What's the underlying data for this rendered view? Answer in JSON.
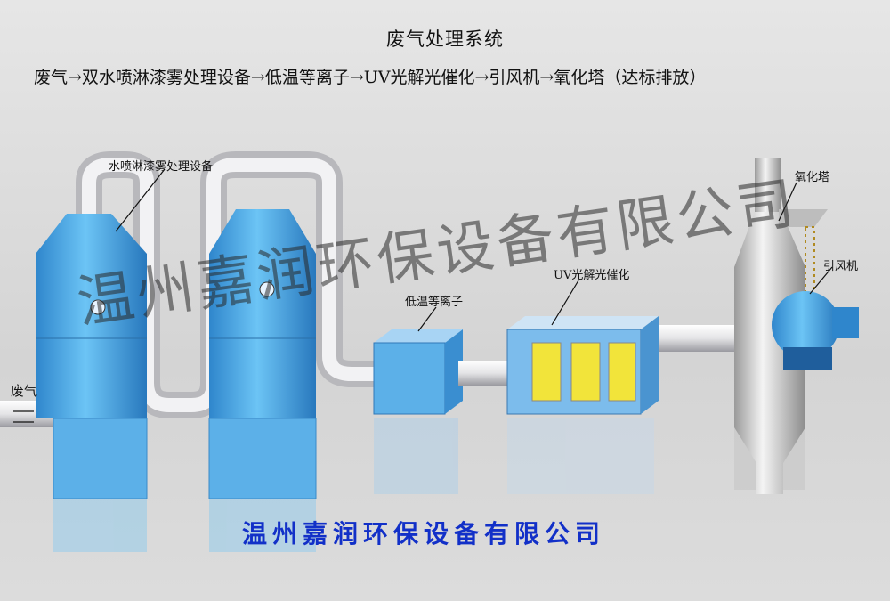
{
  "title": "废气处理系统",
  "flow": "废气→双水喷淋漆雾处理设备→低温等离子→UV光解光催化→引风机→氧化塔（达标排放）",
  "labels": {
    "spray_tower": "水喷淋漆雾处理设备",
    "plasma": "低温等离子",
    "uv": "UV光解光催化",
    "oxidation_tower": "氧化塔",
    "fan": "引风机",
    "inlet": "废气"
  },
  "watermark": "温州嘉润环保设备有限公司",
  "company": "温州嘉润环保设备有限公司",
  "colors": {
    "tower": "#4aa8e6",
    "pipe": "#e8e8ea",
    "uv_panel": "#f2e43a",
    "company_text": "#1230c8"
  }
}
